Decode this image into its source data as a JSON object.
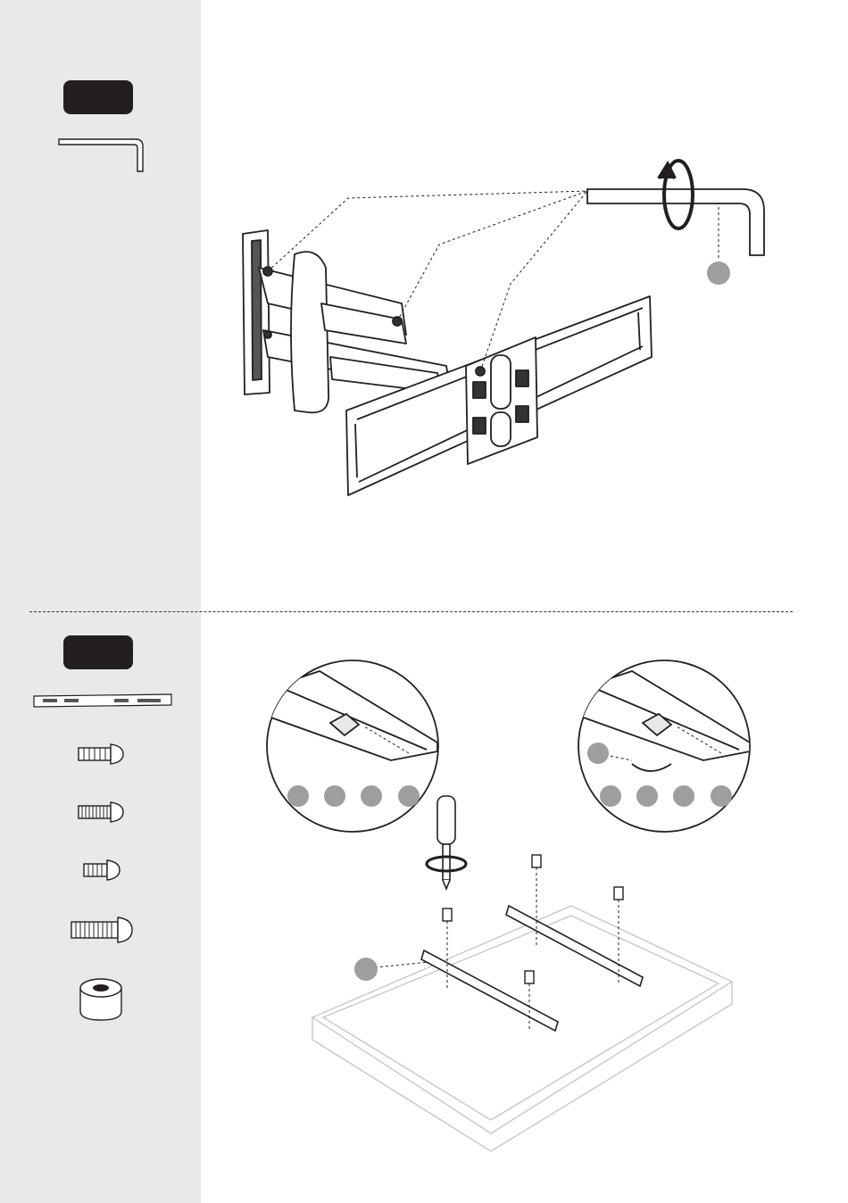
{
  "steps": [
    {
      "badge_label": "",
      "parts": [
        "allen-key"
      ]
    },
    {
      "badge_label": "",
      "parts": [
        "tv-bracket-rail",
        "bolt-m4",
        "bolt-m5",
        "bolt-m6-short",
        "bolt-m8",
        "spacer"
      ]
    }
  ],
  "callouts": {
    "step1_tool": "",
    "step2_rail": "",
    "step2_spacer": "",
    "zoom_left_options": [
      "",
      "",
      "",
      ""
    ],
    "zoom_right_options": [
      "",
      "",
      "",
      ""
    ]
  },
  "icons": [
    "allen-key-icon",
    "rotate-arrow-icon",
    "screwdriver-icon",
    "bolt-icon",
    "spacer-icon"
  ],
  "colors": {
    "sidebar": "#e9e9e9",
    "badge": "#231f20",
    "callout": "#9e9e9e",
    "line": "#231f20"
  }
}
